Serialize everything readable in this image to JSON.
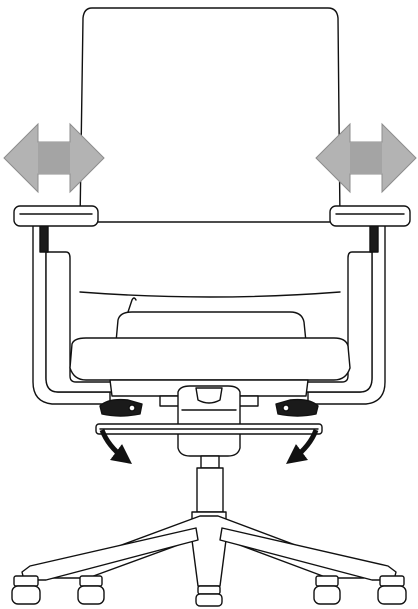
{
  "figure": {
    "subject": "office-chair",
    "view": "front",
    "adjustments": [
      {
        "part": "armrest-left",
        "motion": "horizontal"
      },
      {
        "part": "armrest-right",
        "motion": "horizontal"
      },
      {
        "part": "release-lever-left",
        "motion": "rotate-down"
      },
      {
        "part": "release-lever-right",
        "motion": "rotate-down"
      }
    ]
  },
  "colors": {
    "outline": "#111111",
    "arrow_fill": "#b3b3b3",
    "arrow_shade": "#8c8c8c",
    "panel_fill": "#ffffff",
    "dark_fill": "#1a1a1a"
  }
}
